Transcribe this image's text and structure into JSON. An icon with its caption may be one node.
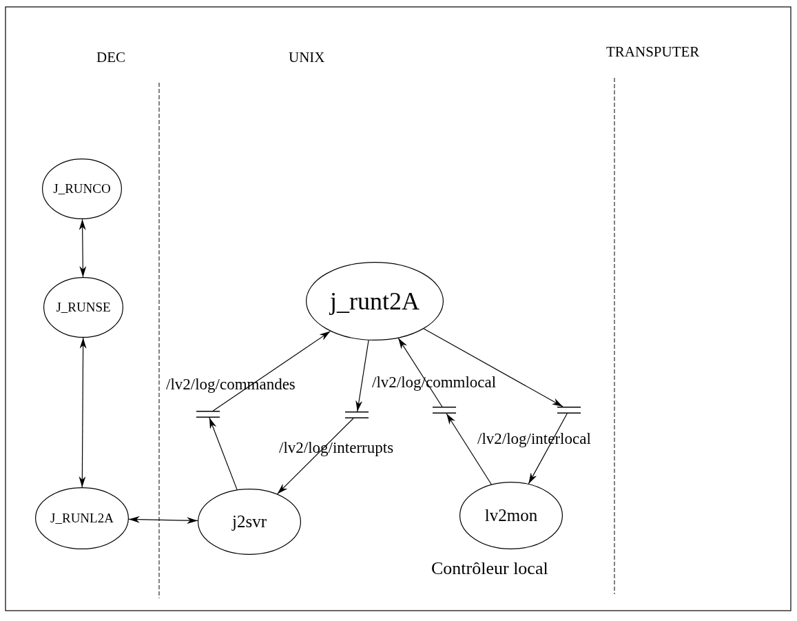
{
  "diagram": {
    "nodes": [
      {
        "text": [
          "J_RUNCO"
        ]
      },
      {
        "text": [
          "J_RUNSE"
        ]
      },
      {
        "text": [
          "J_RUNL2A"
        ]
      },
      {
        "text": [
          "j_runt2A"
        ]
      },
      {
        "text": [
          "j2svr"
        ]
      },
      {
        "text": [
          "lv2mon"
        ],
        "beside": [
          "Contrôleur local"
        ]
      },
      {
        "text": [],
        "shape": "bar",
        "beside": [
          "/lv2/log/commandes"
        ]
      },
      {
        "text": [],
        "shape": "bar",
        "beside": [
          "/lv2/log/interrupts"
        ]
      },
      {
        "text": [],
        "shape": "bar",
        "beside": [
          "/lv2/log/commlocal"
        ]
      },
      {
        "text": [],
        "shape": "bar",
        "beside": [
          "/lv2/log/interlocal"
        ]
      }
    ],
    "edges": [
      {
        "from": 0,
        "to": 1,
        "arrow": "both"
      },
      {
        "from": 1,
        "to": 2,
        "arrow": "both"
      },
      {
        "from": 2,
        "to": 4,
        "arrow": "both"
      },
      {
        "from": 4,
        "to": 6,
        "arrow": "to"
      },
      {
        "from": 6,
        "to": 3,
        "arrow": "to"
      },
      {
        "from": 3,
        "to": 7,
        "arrow": "to"
      },
      {
        "from": 7,
        "to": 4,
        "arrow": "to"
      },
      {
        "from": 5,
        "to": 8,
        "arrow": "to"
      },
      {
        "from": 8,
        "to": 3,
        "arrow": "to"
      },
      {
        "from": 3,
        "to": 9,
        "arrow": "to"
      },
      {
        "from": 9,
        "to": 5,
        "arrow": "to"
      }
    ],
    "labels": [
      "DEC",
      "UNIX",
      "TRANSPUTER"
    ]
  }
}
